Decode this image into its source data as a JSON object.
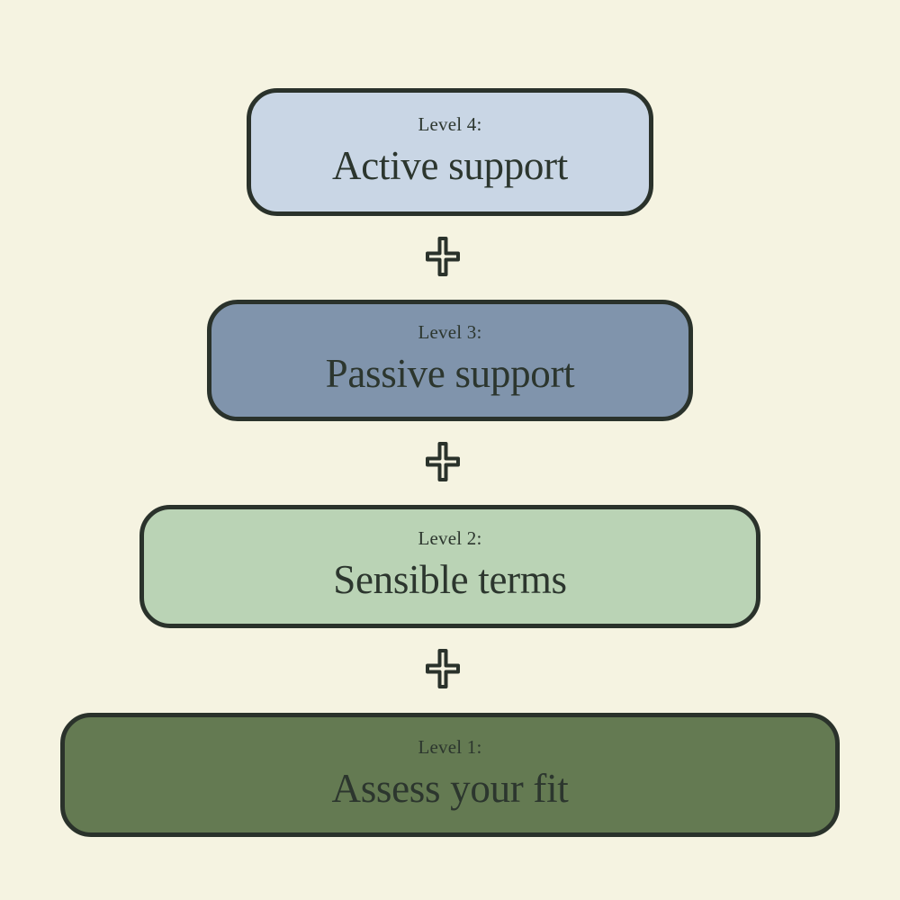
{
  "colors": {
    "background": "#f5f3e1",
    "ink": "#2a322b",
    "text": "#2c362e"
  },
  "diagram": {
    "levels": [
      {
        "label": "Level 4:",
        "title": "Active support",
        "fill": "#c9d6e5"
      },
      {
        "label": "Level 3:",
        "title": "Passive support",
        "fill": "#8094ac"
      },
      {
        "label": "Level 2:",
        "title": "Sensible terms",
        "fill": "#bad3b5"
      },
      {
        "label": "Level 1:",
        "title": "Assess your fit",
        "fill": "#647a52"
      }
    ],
    "connector": {
      "icon": "plus-icon"
    }
  }
}
